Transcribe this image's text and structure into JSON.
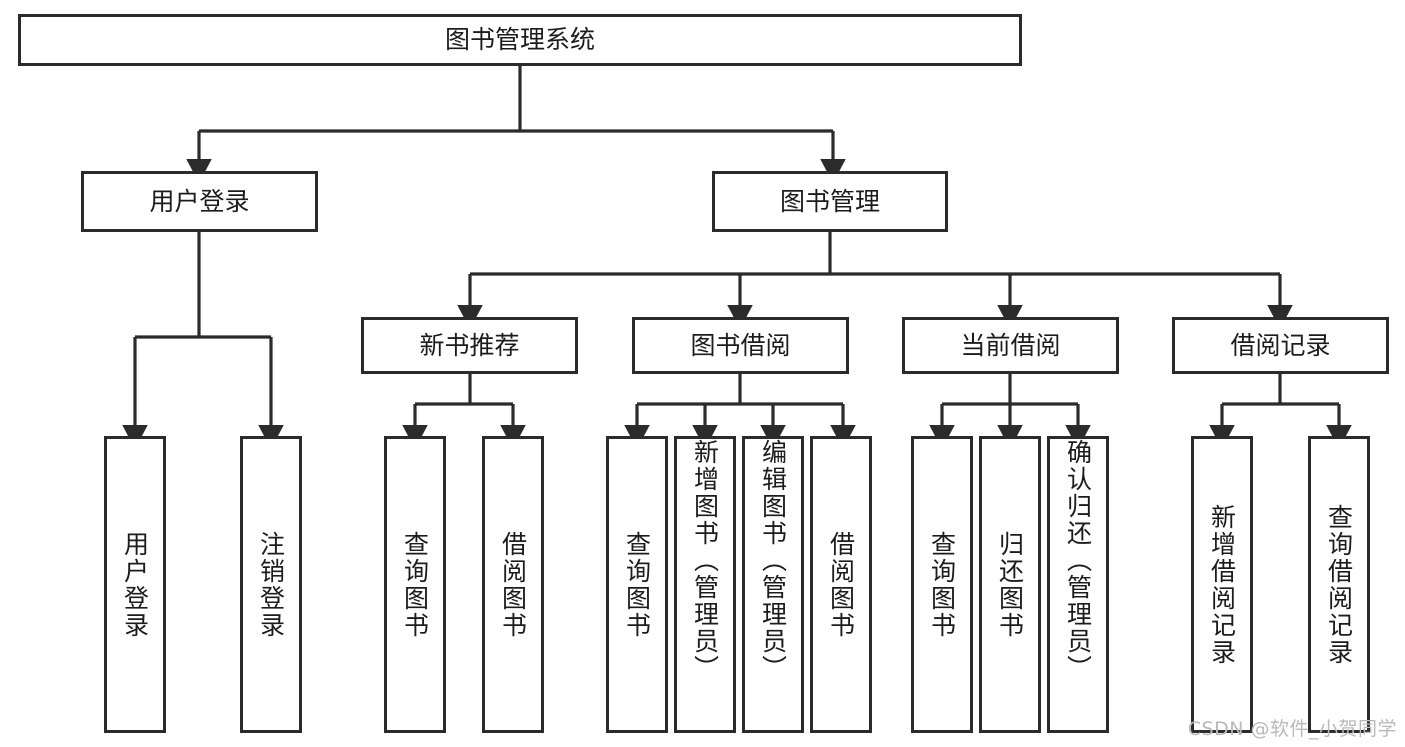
{
  "diagram": {
    "title": "图书管理系统",
    "type": "tree",
    "root": {
      "label": "图书管理系统"
    },
    "level2": [
      {
        "label": "用户登录"
      },
      {
        "label": "图书管理"
      }
    ],
    "level3": [
      {
        "label": "新书推荐"
      },
      {
        "label": "图书借阅"
      },
      {
        "label": "当前借阅"
      },
      {
        "label": "借阅记录"
      }
    ],
    "leaves": {
      "user_login": [
        {
          "label": "用户登录"
        },
        {
          "label": "注销登录"
        }
      ],
      "new_book": [
        {
          "label": "查询图书"
        },
        {
          "label": "借阅图书"
        }
      ],
      "book_borrow": [
        {
          "label": "查询图书"
        },
        {
          "label": "新增图书（管理员）"
        },
        {
          "label": "编辑图书（管理员）"
        },
        {
          "label": "借阅图书"
        }
      ],
      "current_borrow": [
        {
          "label": "查询图书"
        },
        {
          "label": "归还图书"
        },
        {
          "label": "确认归还（管理员）"
        }
      ],
      "borrow_record": [
        {
          "label": "新增借阅记录"
        },
        {
          "label": "查询借阅记录"
        }
      ]
    }
  },
  "watermark": {
    "text": "CSDN @软件_小贺同学"
  },
  "colors": {
    "stroke": "#2b2b2b",
    "background": "#ffffff",
    "text": "#1c1c1c",
    "watermark": "#b9b9b9"
  }
}
